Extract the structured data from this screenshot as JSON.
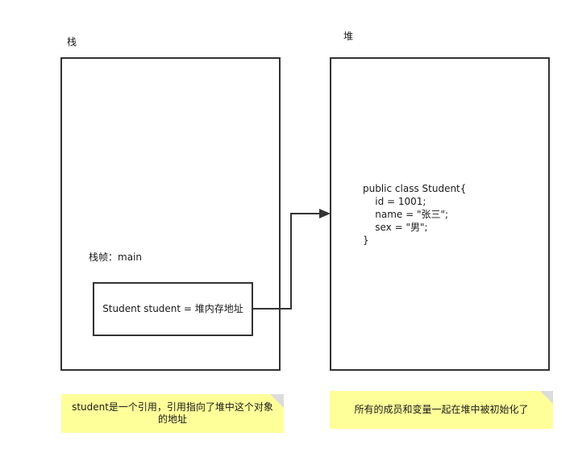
{
  "stack": {
    "title": "栈",
    "frame_label": "栈帧：main",
    "reference_text": "Student student = 堆内存地址"
  },
  "heap": {
    "title": "堆",
    "code_lines": [
      "public class Student{",
      "    id = 1001;",
      "    name = \"张三\";",
      "    sex = \"男\";",
      "}"
    ]
  },
  "notes": {
    "left": "student是一个引用，引用指向了堆中这个对象的地址",
    "right": "所有的成员和变量一起在堆中被初始化了"
  },
  "colors": {
    "border": "#333333",
    "note_fill": "#ffff99",
    "note_fold": "#dcdcdc",
    "arrow": "#333333"
  }
}
